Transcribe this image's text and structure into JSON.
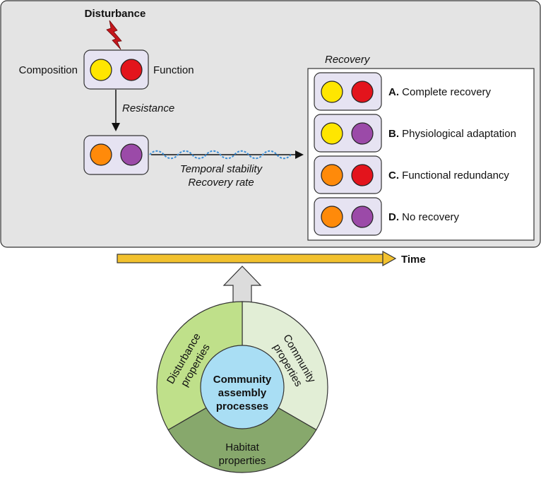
{
  "top": {
    "disturbance": "Disturbance",
    "composition": "Composition",
    "function": "Function",
    "resistance": "Resistance",
    "temporal_stability": "Temporal stability",
    "recovery_rate": "Recovery rate",
    "recovery_title": "Recovery"
  },
  "outcomes": [
    {
      "letter": "A.",
      "text": "Complete recovery",
      "left_color": "#ffe600",
      "right_color": "#e3141c"
    },
    {
      "letter": "B.",
      "text": "Physiological adaptation",
      "left_color": "#ffe600",
      "right_color": "#9b4aa8"
    },
    {
      "letter": "C.",
      "text": "Functional redundancy",
      "left_color": "#ff8a0a",
      "right_color": "#e3141c"
    },
    {
      "letter": "D.",
      "text": "No recovery",
      "left_color": "#ff8a0a",
      "right_color": "#9b4aa8"
    }
  ],
  "time_label": "Time",
  "wheel": {
    "center_lines": [
      "Community",
      "assembly",
      "processes"
    ],
    "disturbance_lines": [
      "Disturbance",
      "properties"
    ],
    "community_lines": [
      "Community",
      "properties"
    ],
    "habitat_lines": [
      "Habitat",
      "properties"
    ]
  },
  "colors": {
    "panel_bg": "#e4e4e4",
    "node_bg": "#e6e3f2",
    "yellow": "#ffe600",
    "red": "#e3141c",
    "orange": "#ff8a0a",
    "purple": "#9b4aa8",
    "time_arrow": "#f2c12e",
    "lightning": "#c4161c",
    "disturbance_sector": "#bfe08a",
    "community_sector": "#e2eed6",
    "habitat_sector": "#87a86c",
    "center_circle": "#a9def4",
    "wave": "#3b8ed6"
  }
}
